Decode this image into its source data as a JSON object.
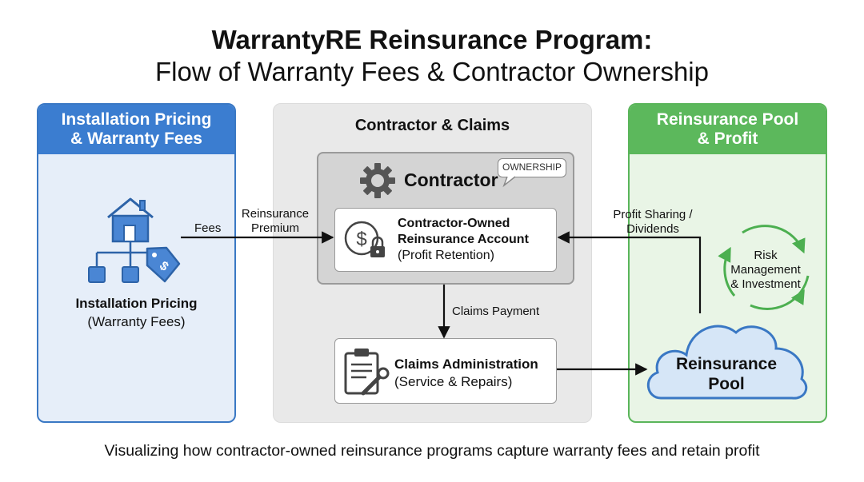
{
  "header": {
    "title": "WarrantyRE Reinsurance Program:",
    "subtitle": "Flow of Warranty Fees & Contractor Ownership"
  },
  "panels": {
    "left": {
      "title_line1": "Installation Pricing",
      "title_line2": "& Warranty Fees",
      "caption_line1": "Installation Pricing",
      "caption_line2": "(Warranty Fees)"
    },
    "middle": {
      "title": "Contractor & Claims"
    },
    "right": {
      "title_line1": "Reinsurance Pool",
      "title_line2": "& Profit"
    }
  },
  "contractor": {
    "title": "Contractor",
    "badge": "OWNERSHIP",
    "account_line1": "Contractor-Owned",
    "account_line2": "Reinsurance Account",
    "account_line3": "(Profit Retention)"
  },
  "claims_admin": {
    "line1": "Claims Administration",
    "line2": "(Service & Repairs)"
  },
  "pool": {
    "line1": "Reinsurance",
    "line2": "Pool",
    "cycle_line1": "Risk",
    "cycle_line2": "Management",
    "cycle_line3": "& Investment"
  },
  "flows": {
    "fees": "Fees",
    "premium_line1": "Reinsurance",
    "premium_line2": "Premium",
    "claims_payment": "Claims Payment",
    "profit_line1": "Profit Sharing /",
    "profit_line2": "Dividends"
  },
  "footer": {
    "caption": "Visualizing how contractor-owned reinsurance programs capture warranty fees and retain profit"
  },
  "colors": {
    "blue_accent": "#3b7dd0",
    "green_accent": "#5cb85c",
    "cloud_fill": "#d6e6f7",
    "cloud_stroke": "#3a78c4"
  },
  "icons": {
    "house": "house-network-icon",
    "tag": "price-tag-icon",
    "gear": "gear-icon",
    "coin_lock": "coin-lock-icon",
    "clipboard": "clipboard-wrench-icon",
    "cloud": "cloud-icon",
    "cycle": "cycle-arrows-icon"
  }
}
